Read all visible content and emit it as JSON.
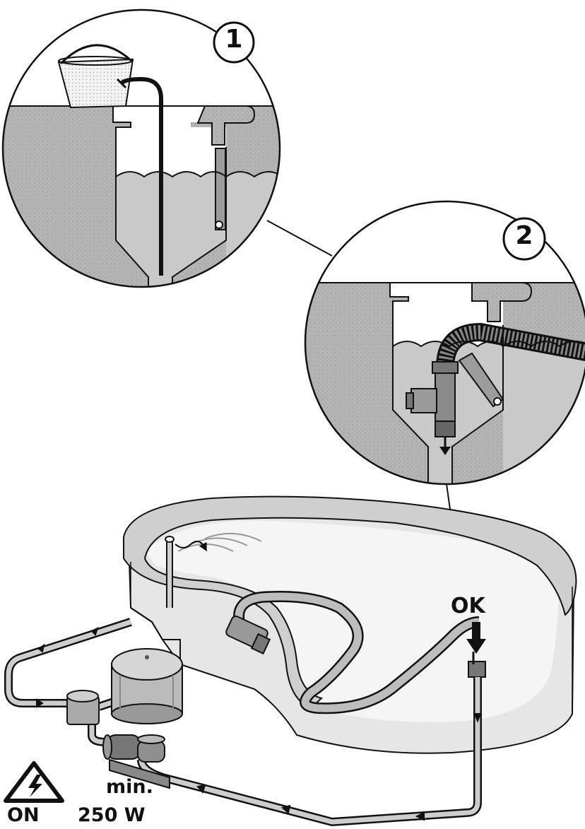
{
  "callouts": {
    "detail_1": "1",
    "detail_2": "2"
  },
  "labels": {
    "ok": "OK",
    "on": "ON",
    "min": "min.",
    "power": "250 W"
  },
  "icons": {
    "warning": "high-voltage-warning-icon"
  },
  "colors": {
    "ink": "#111111",
    "concrete": "#b9b9b9",
    "water": "#c9c9c9",
    "pool_wall": "#dcdcdc"
  }
}
